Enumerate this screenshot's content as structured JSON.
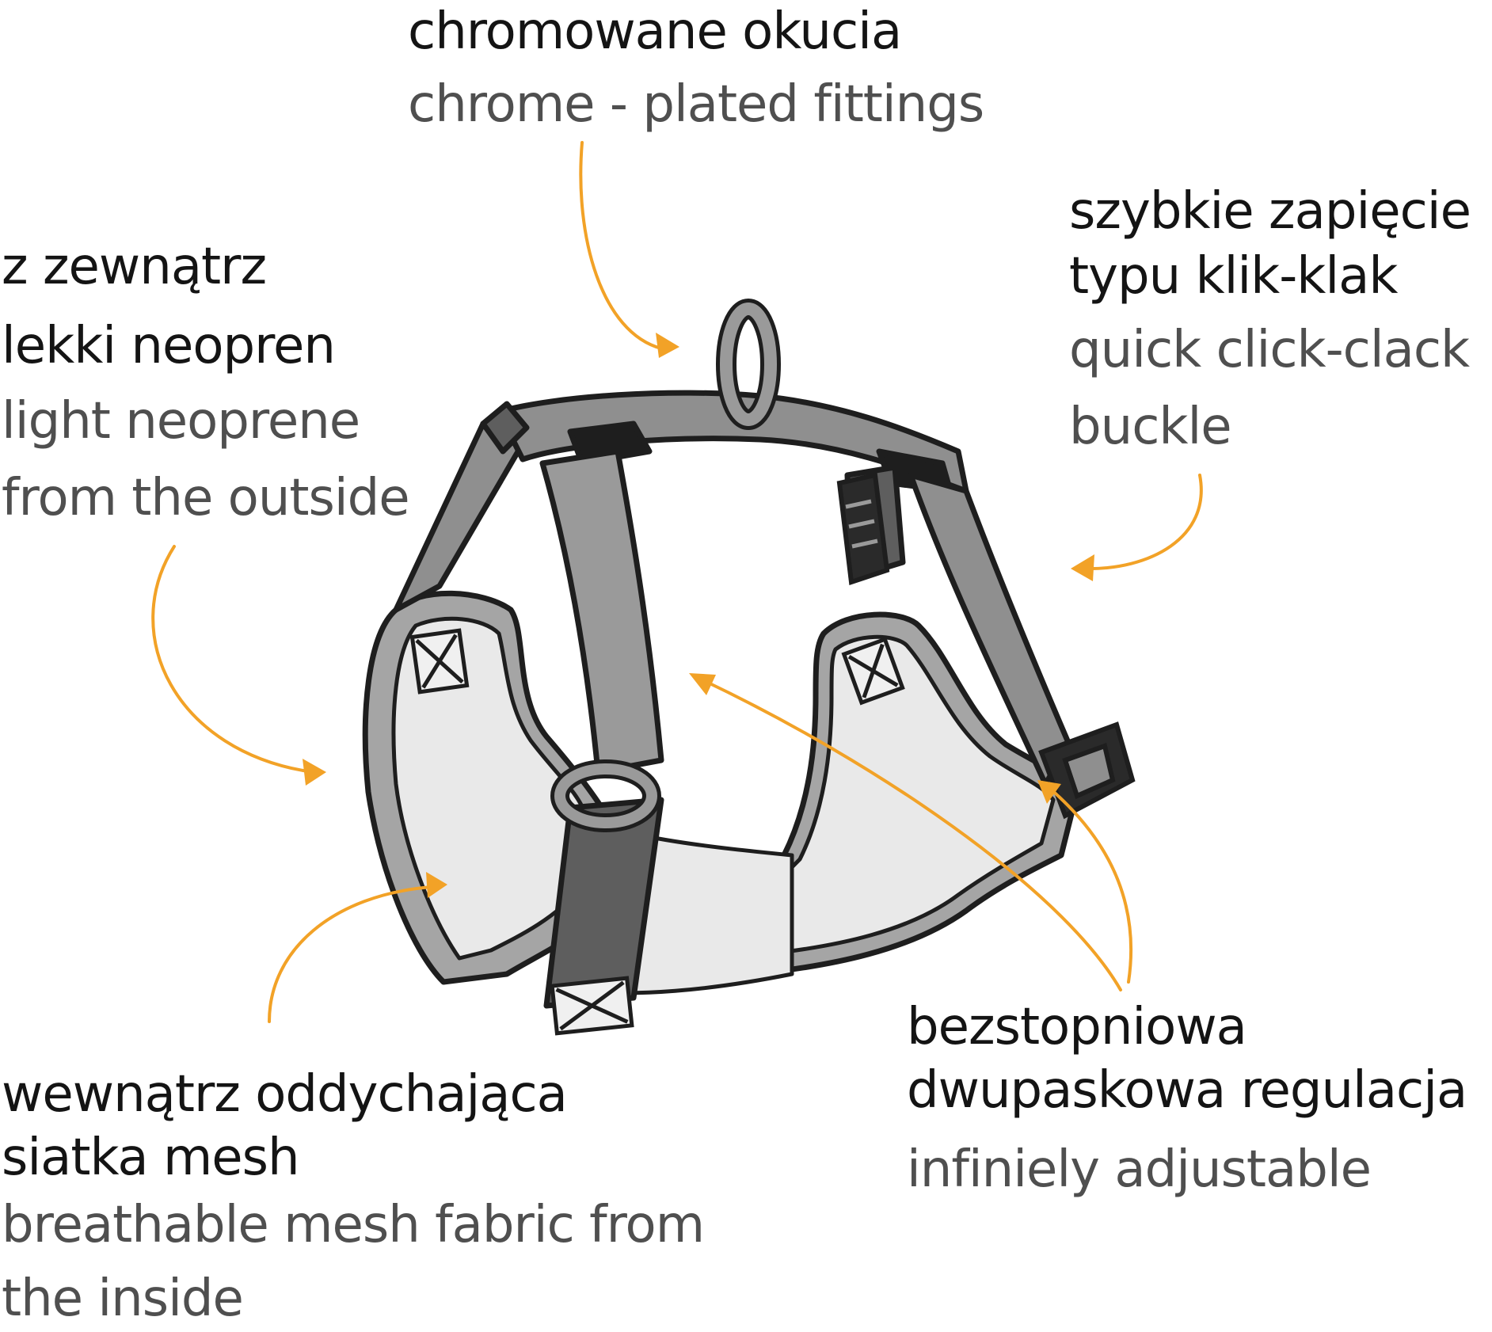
{
  "colors": {
    "accent_arrow": "#f2a227",
    "strap_gray": "#8f8f8f",
    "strap_dark": "#5e5e5e",
    "padding_gray": "#a5a5a5",
    "mesh_light": "#e9e9e9",
    "outline": "#1e1e1e",
    "label_black": "#141414",
    "label_gray": "#4f4f4f"
  },
  "labels": {
    "top": {
      "pl": [
        "chromowane okucia"
      ],
      "en": [
        "chrome - plated fittings"
      ]
    },
    "left": {
      "pl": [
        "z zewnątrz",
        "lekki neopren"
      ],
      "en": [
        "light neoprene",
        "from the outside"
      ]
    },
    "right": {
      "pl": [
        "szybkie zapięcie",
        "typu klik-klak"
      ],
      "en": [
        "quick click-clack",
        "buckle"
      ]
    },
    "bottom_left": {
      "pl": [
        "wewnątrz oddychająca",
        "siatka mesh"
      ],
      "en": [
        "breathable mesh fabric from",
        "the inside"
      ]
    },
    "bottom_right": {
      "pl": [
        "bezstopniowa",
        "dwupaskowa regulacja"
      ],
      "en": [
        "infiniely adjustable"
      ]
    }
  },
  "icons": [
    "d-ring-icon",
    "buckle-icon",
    "slider-icon",
    "arrow-icon"
  ]
}
